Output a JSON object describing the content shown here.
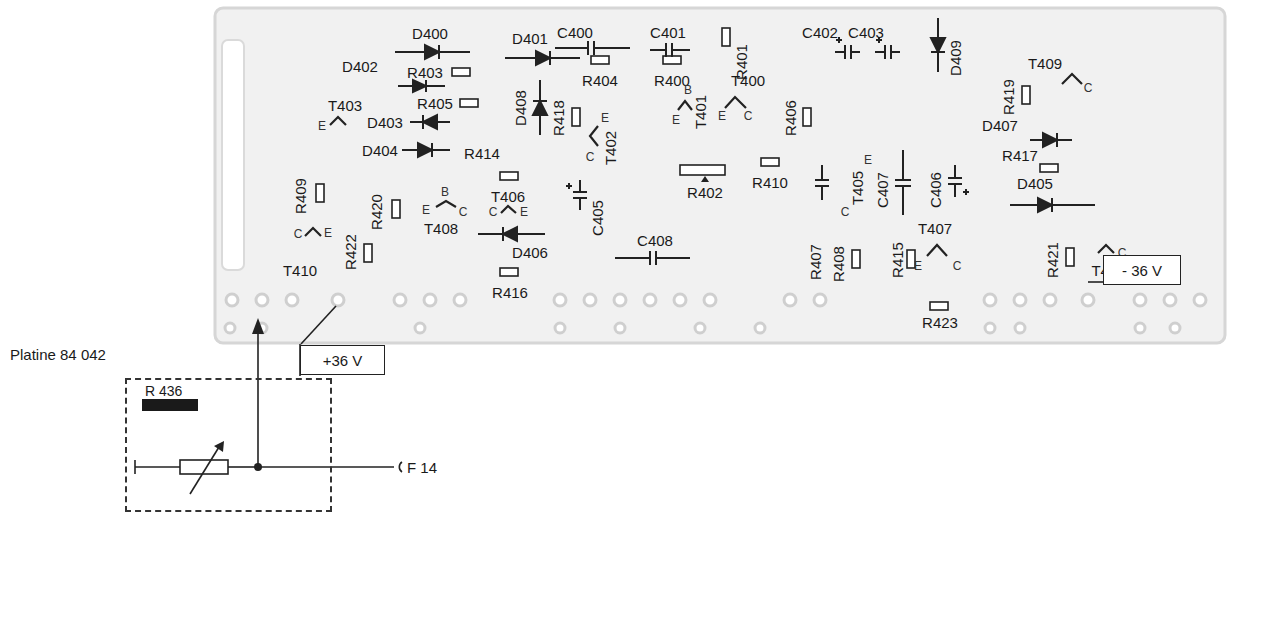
{
  "diagram": {
    "nodes": [
      {
        "text": [
          "Platine 84 042",
          "R 436"
        ]
      },
      {
        "text": [
          "+36 V"
        ]
      },
      {
        "text": [
          "- 36 V"
        ]
      }
    ],
    "labels": [
      "C400",
      "C401",
      "D400",
      "D401",
      "R401",
      "C402",
      "C403",
      "D409",
      "T409",
      "C",
      "D402",
      "R403",
      "R404",
      "R400",
      "T400",
      "R419",
      "T403",
      "R405",
      "D408",
      "R418",
      "E",
      "B",
      "D407",
      "D403",
      "E",
      "T402",
      "C",
      "E",
      "T401",
      "E",
      "C",
      "R406",
      "D404",
      "R414",
      "R417",
      "R402",
      "R410",
      "E",
      "T405",
      "C",
      "C407",
      "C406",
      "D405",
      "B",
      "T406",
      "R409",
      "E",
      "C",
      "C",
      "E",
      "R420",
      "C405",
      "T408",
      "T407",
      "C",
      "E",
      "C408",
      "R422",
      "D406",
      "R407",
      "R408",
      "R415",
      "R421",
      "C",
      "E",
      "C",
      "T411",
      "T410",
      "R416",
      "R423",
      "F 14"
    ]
  }
}
